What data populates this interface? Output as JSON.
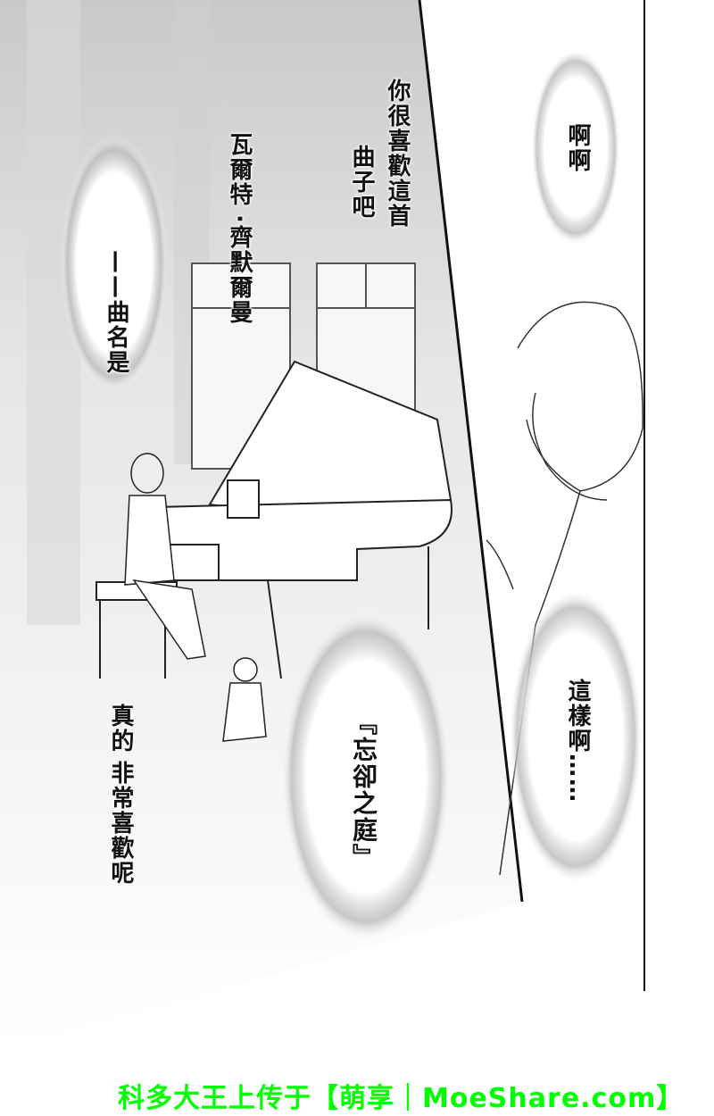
{
  "page": {
    "left_panel": {
      "dialogue_1": [
        "你很喜歡這首",
        "曲子吧"
      ],
      "composer": [
        "瓦爾特",
        "·齊默爾曼"
      ],
      "title_intro": "——曲名是",
      "song_title": "『忘卻之庭』",
      "dialogue_2": [
        "真的",
        "非常喜歡呢"
      ]
    },
    "right_panel": {
      "dialogue_1": "啊啊",
      "dialogue_2": "這樣啊……"
    },
    "footer": {
      "credit": "科多大王上传于【萌享｜MoeShare.com】",
      "color": "#00ff00"
    }
  }
}
